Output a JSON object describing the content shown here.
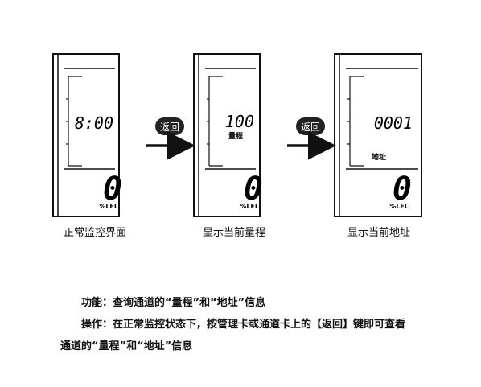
{
  "screens": [
    {
      "time": "8:00",
      "small_label": "",
      "big_value": "0",
      "unit": "%LEL",
      "caption": "正常监控界面"
    },
    {
      "time": "100",
      "small_label": "量程",
      "big_value": "0",
      "unit": "%LEL",
      "caption": "显示当前量程"
    },
    {
      "time": "0001",
      "small_label": "地址",
      "big_value": "0",
      "unit": "%LEL",
      "caption": "显示当前地址"
    }
  ],
  "buttons": [
    {
      "label": "返回"
    },
    {
      "label": "返回"
    }
  ],
  "description": {
    "function_line": "功能：查询通道的“量程”和“地址”信息",
    "operation_line1": "操作：在正常监控状态下，按管理卡或通道卡上的【返回】键即可查看",
    "operation_line2": "通道的“量程”和“地址”信息"
  },
  "colors": {
    "line": "#111111",
    "button_fill": "#222222",
    "button_text": "#ffffff"
  }
}
